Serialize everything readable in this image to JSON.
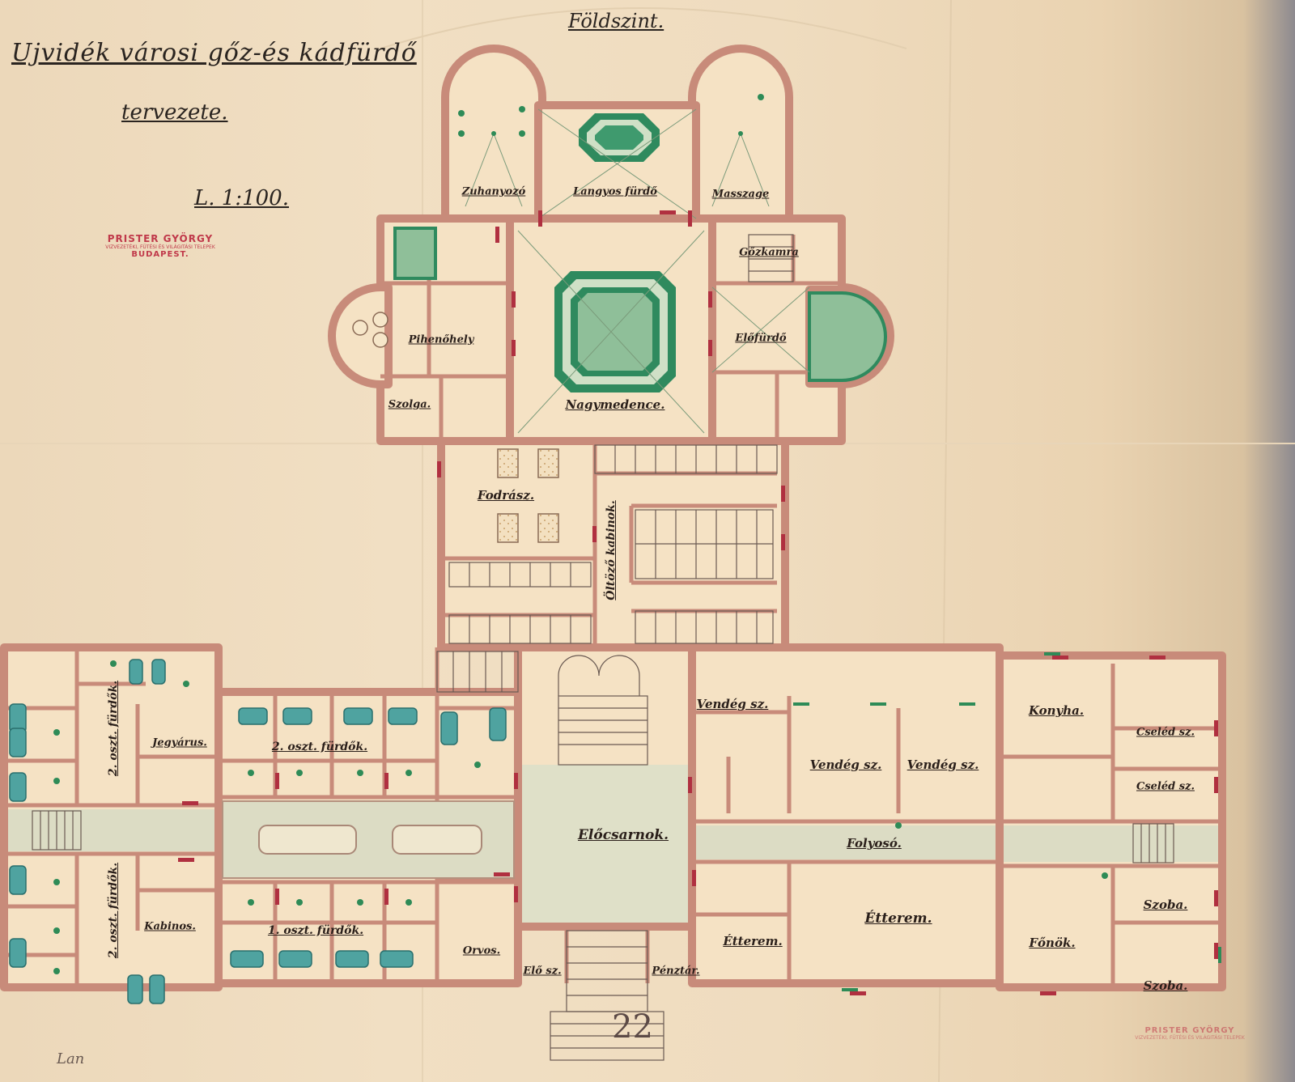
{
  "title_line1": "Ujvidék városi gőz-és kádfürdő",
  "title_line2": "tervezete.",
  "scale": "L. 1:100.",
  "floor_label": "Földszint.",
  "stamp": {
    "name": "PRISTER GYÖRGY",
    "line2": "VIZVEZETÉKI, FÜTÉSI ÉS VILÁGITÁSI TELEPEK",
    "city": "BUDAPEST."
  },
  "stamp_small": {
    "name": "PRISTER GYÖRGY",
    "line2": "VIZVEZETÉKI, FÜTÉSI ÉS VILÁGITÁSI TELEPEK"
  },
  "page_number": "22",
  "signature": "Lan",
  "colors": {
    "paper": "#efdcbf",
    "wall": "#c88b7a",
    "room_fill": "#f5e2c4",
    "pool_green": "#2f8a5e",
    "pool_fill": "#bcd5b6",
    "corridor": "#d7dbc4",
    "teal": "#4fa3a0",
    "door_red": "#b03040"
  },
  "rooms": {
    "zuhanyozo": "Zuhanyozó",
    "langyos_furdo": "Langyos fürdő",
    "masszazs": "Masszage",
    "gozkamra": "Gőzkamra",
    "pihenohely": "Pihenőhely",
    "elofurdo": "Előfürdő",
    "szolga": "Szolga.",
    "nagymedence": "Nagymedence.",
    "fodrasz": "Fodrász.",
    "oltozo_kabinok": "Öltöző kabinok.",
    "fuerdok_2_upper": "2. oszt. fürdők.",
    "fuerdok_2_mid": "2. oszt.   fürdők.",
    "fuerdok_2_lower": "2. oszt. fürdők.",
    "fuerdok_1": "1. oszt.   fürdők.",
    "jegyarus": "Jegyárus.",
    "kabinos": "Kabinos.",
    "vendeg_1": "Vendég sz.",
    "vendeg_2": "Vendég sz.",
    "vendeg_3": "Vendég sz.",
    "konyha": "Konyha.",
    "cseled_1": "Cseléd sz.",
    "cseled_2": "Cseléd sz.",
    "eloesarnok": "Előcsarnok.",
    "folyoso": "Folyosó.",
    "etterem_large": "Étterem.",
    "etterem_small": "Étterem.",
    "orvos": "Orvos.",
    "elo_sz": "Elő sz.",
    "penztar": "Pénztár.",
    "szoba_1": "Szoba.",
    "szoba_2": "Szoba.",
    "fonok": "Főnök."
  }
}
